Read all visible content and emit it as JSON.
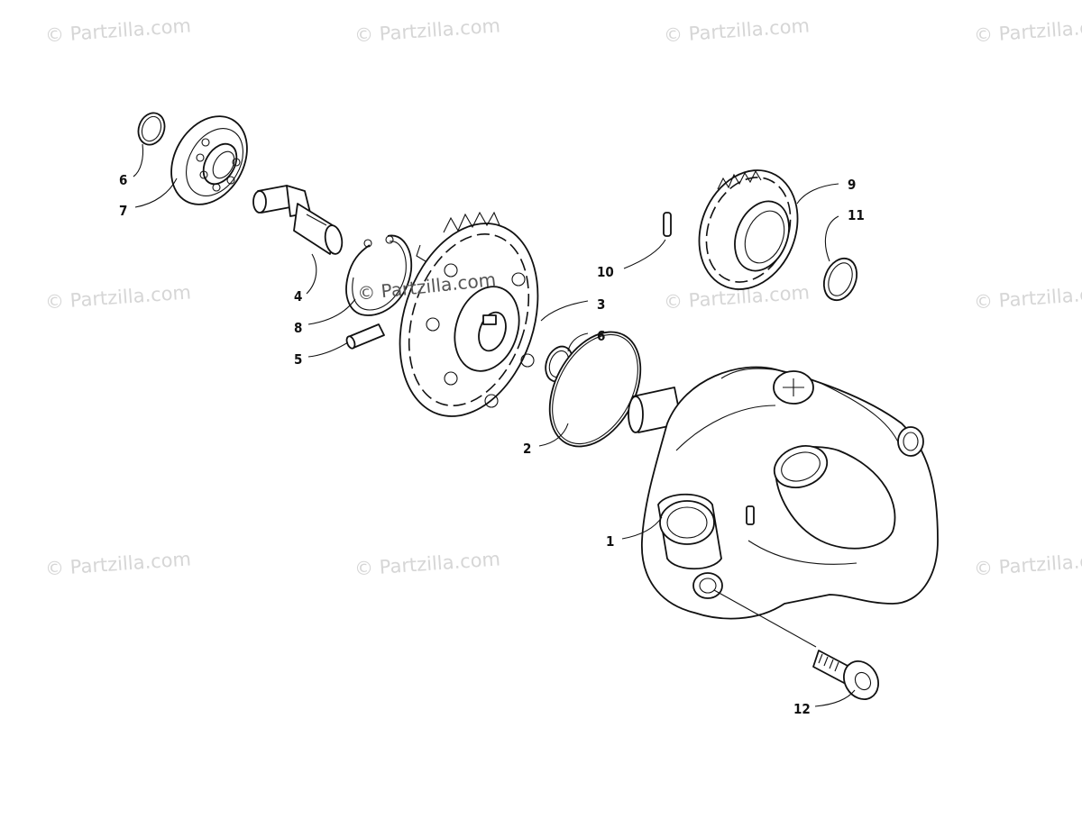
{
  "watermark": {
    "text": "© Partzilla.com",
    "center_text": "© Partzilla.com"
  },
  "callouts": [
    {
      "id": "c6a",
      "number": "6"
    },
    {
      "id": "c7",
      "number": "7"
    },
    {
      "id": "c4",
      "number": "4"
    },
    {
      "id": "c8",
      "number": "8"
    },
    {
      "id": "c5",
      "number": "5"
    },
    {
      "id": "c3",
      "number": "3"
    },
    {
      "id": "c6b",
      "number": "6"
    },
    {
      "id": "c10",
      "number": "10"
    },
    {
      "id": "c9",
      "number": "9"
    },
    {
      "id": "c11",
      "number": "11"
    },
    {
      "id": "c2",
      "number": "2"
    },
    {
      "id": "c1",
      "number": "1"
    },
    {
      "id": "c12",
      "number": "12"
    }
  ]
}
